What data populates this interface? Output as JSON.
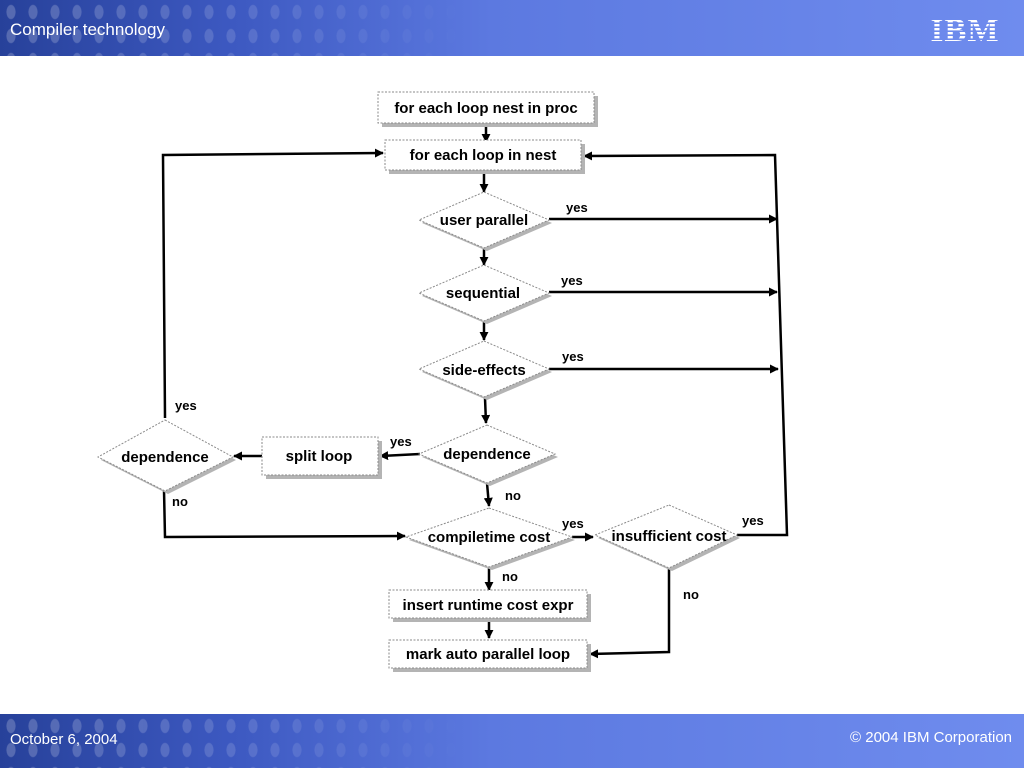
{
  "header": {
    "title": "Compiler technology",
    "logo_text": "IBM"
  },
  "footer": {
    "date": "October 6, 2004",
    "copyright": "© 2004 IBM Corporation"
  },
  "diagram": {
    "nodes": {
      "loop_nest_proc": "for each loop nest in proc",
      "loop_in_nest": "for each loop in nest",
      "user_parallel": "user parallel",
      "sequential": "sequential",
      "side_effects": "side-effects",
      "dependence_main": "dependence",
      "split_loop": "split loop",
      "dependence_left": "dependence",
      "compiletime_cost": "compiletime cost",
      "insufficient_cost": "insufficient cost",
      "insert_runtime_cost": "insert runtime cost expr",
      "mark_auto_parallel": "mark auto parallel loop"
    },
    "edge_labels": {
      "user_parallel_yes": "yes",
      "sequential_yes": "yes",
      "side_effects_yes": "yes",
      "dependence_left_yes": "yes",
      "dependence_main_yes": "yes",
      "dependence_main_no": "no",
      "dependence_left_no": "no",
      "compiletime_cost_yes": "yes",
      "insufficient_cost_yes": "yes",
      "compiletime_cost_no": "no",
      "insufficient_cost_no": "no"
    }
  },
  "colors": {
    "band": "#4a66d4",
    "text_on_band": "#ffffff",
    "lines": "#000000"
  }
}
